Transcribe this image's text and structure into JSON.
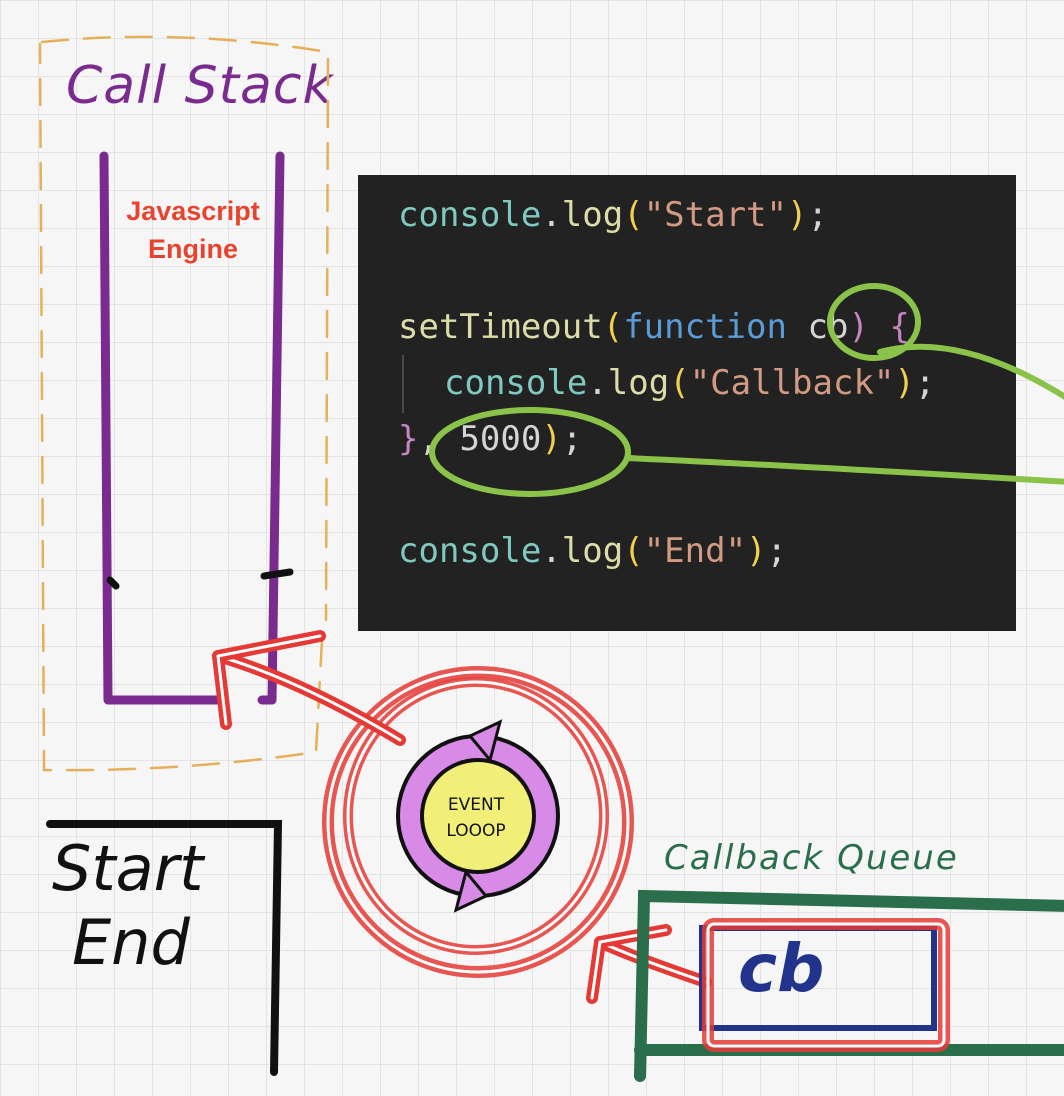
{
  "call_stack": {
    "title": "Call Stack",
    "engine_label_line1": "Javascript",
    "engine_label_line2": "Engine"
  },
  "code": {
    "line1": {
      "obj": "console",
      "dot": ".",
      "fn": "log",
      "open": "(",
      "str": "\"Start\"",
      "close": ")",
      "semi": ";"
    },
    "line2": {
      "fn": "setTimeout",
      "open": "(",
      "kw": "function",
      "param": "cb",
      "close": ")",
      "brace": "{"
    },
    "line3": {
      "obj": "console",
      "dot": ".",
      "fn": "log",
      "open": "(",
      "str": "\"Callback\"",
      "close": ")",
      "semi": ";"
    },
    "line4": {
      "brace": "}",
      "comma": ",",
      "num": "5000",
      "close": ")",
      "semi": ";"
    },
    "line5": {
      "obj": "console",
      "dot": ".",
      "fn": "log",
      "open": "(",
      "str": "\"End\"",
      "close": ")",
      "semi": ";"
    }
  },
  "event_loop": {
    "line1": "EVENT",
    "line2": "LOOOP"
  },
  "output": {
    "line1": "Start",
    "line2": "End"
  },
  "callback_queue": {
    "title": "Callback Queue",
    "item": "cb"
  },
  "colors": {
    "call_stack": "#7a2c8e",
    "engine_label": "#e8432f",
    "highlight_green": "#8bc34a",
    "event_loop_red": "#e53935",
    "queue_green": "#2b6e4c",
    "queue_item_blue": "#22338b"
  }
}
